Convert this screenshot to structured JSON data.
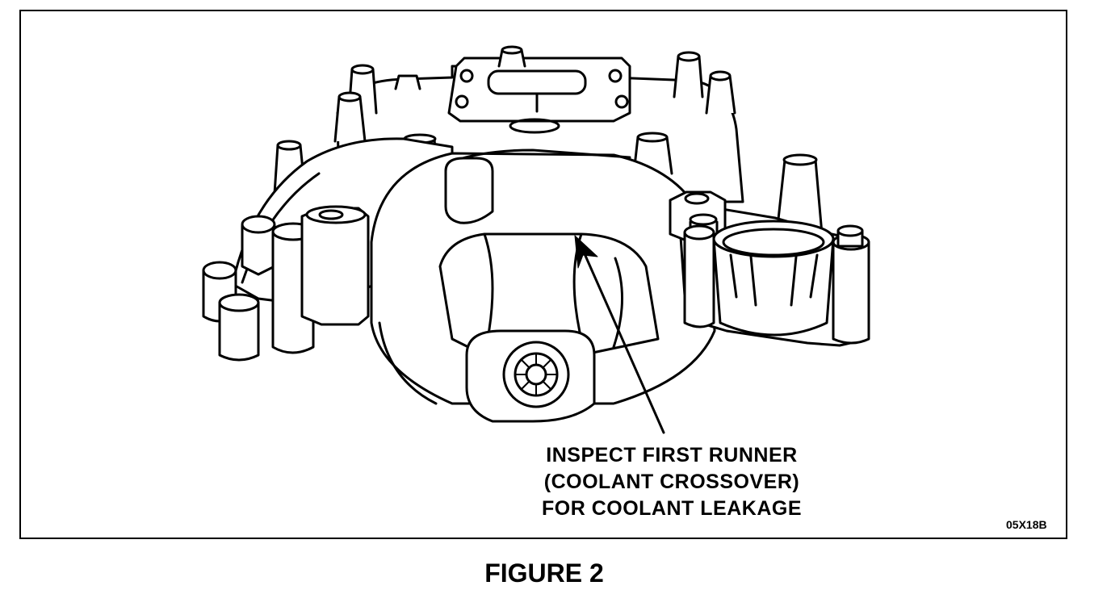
{
  "callout": {
    "line1": "INSPECT FIRST RUNNER",
    "line2": "(COOLANT CROSSOVER)",
    "line3": "FOR COOLANT LEAKAGE"
  },
  "reference_code": "05X18B",
  "caption": "FIGURE 2"
}
